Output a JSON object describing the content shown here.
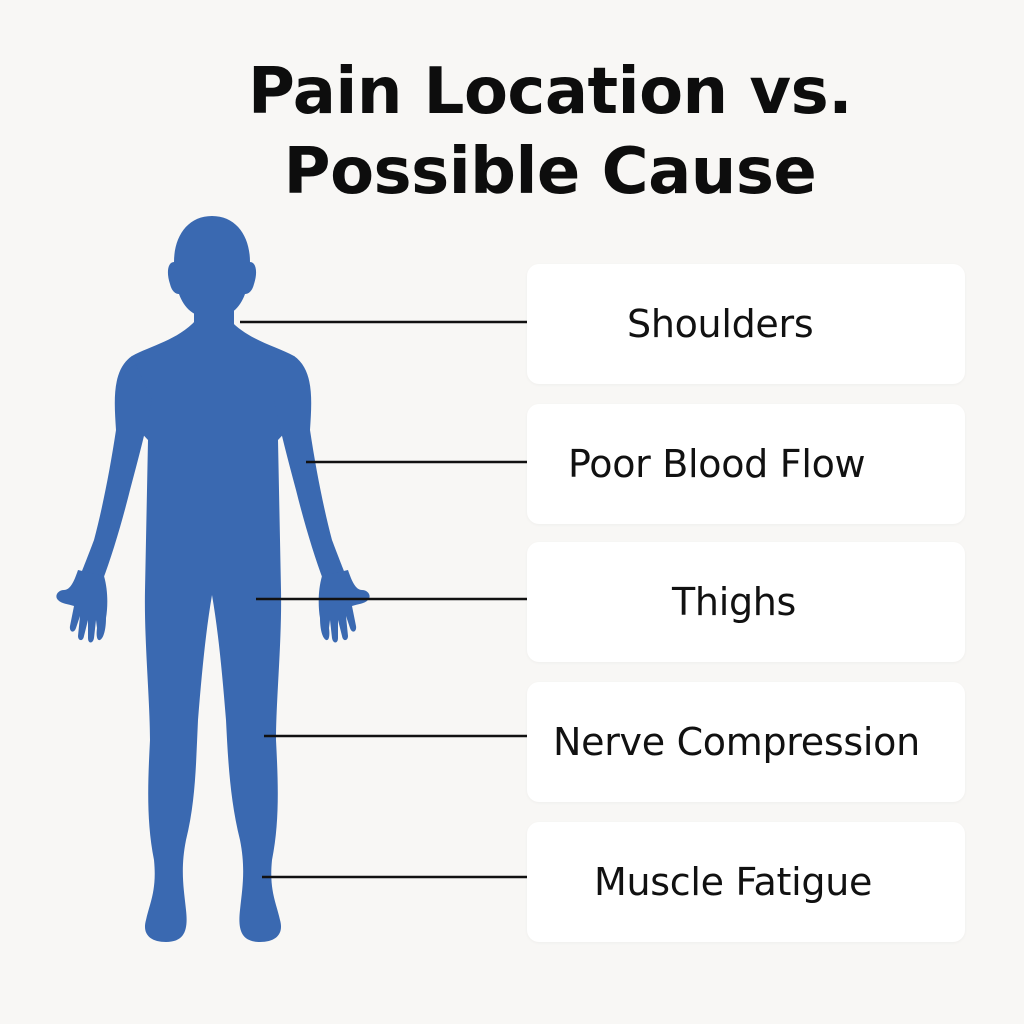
{
  "title": {
    "line1": "Pain Location vs.",
    "line2": "Possible Cause"
  },
  "colors": {
    "figure": "#3a69b1",
    "background": "#f8f7f5",
    "card": "#ffffff",
    "connector": "#111111"
  },
  "labels": [
    "Shoulders",
    "Poor Blood Flow",
    "Thighs",
    "Nerve Compression",
    "Muscle Fatigue"
  ]
}
